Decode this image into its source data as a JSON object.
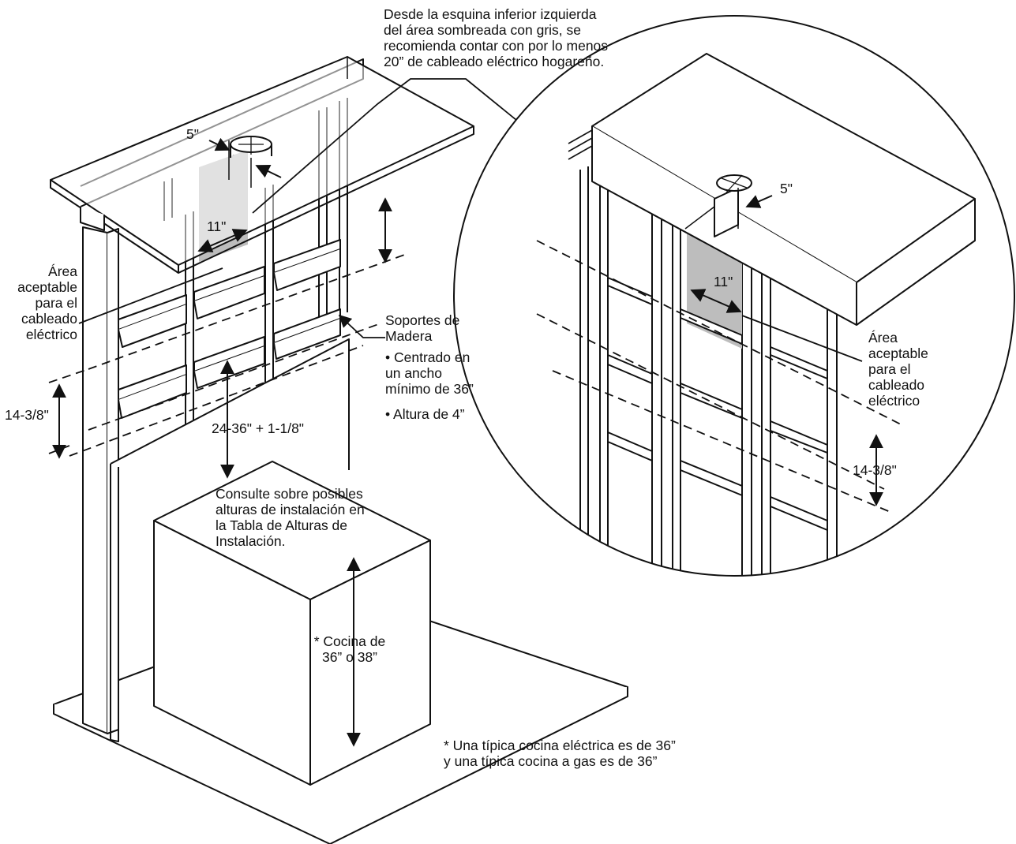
{
  "colors": {
    "line": "#111111",
    "shade": "#bdbdbd",
    "paper": "#ffffff"
  },
  "notes": {
    "top_wiring": "Desde la esquina inferior izquierda\ndel área sombreada con gris, se\nrecomienda contar con por lo menos\n20” de cableado eléctrico hogareño.",
    "consult_heights": "Consulte sobre posibles\nalturas de instalación en\nla Tabla de Alturas de\nInstalación.",
    "typical_range": "* Una típica cocina eléctrica es de 36”\ny una típica cocina a gas es de 36”"
  },
  "main_view": {
    "dim_5": "5\"",
    "dim_11": "11\"",
    "area_label": "Área\naceptable\npara el\ncableado\neléctrico",
    "supports_title": "Soportes de\nMadera",
    "supports_bullet1": "•  Centrado en\n    un ancho\n    mínimo de 36”",
    "supports_bullet2": "•  Altura de 4”",
    "dim_14_3_8": "14-3/8\"",
    "dim_24_36": "24-36\" + 1-1/8\"",
    "range_label": "* Cocina de\n36” o 38”"
  },
  "detail_view": {
    "dim_5": "5\"",
    "dim_11": "11\"",
    "area_label": "Área\naceptable\npara el\ncableado\neléctrico",
    "dim_14_3_8": "14-3/8\""
  }
}
